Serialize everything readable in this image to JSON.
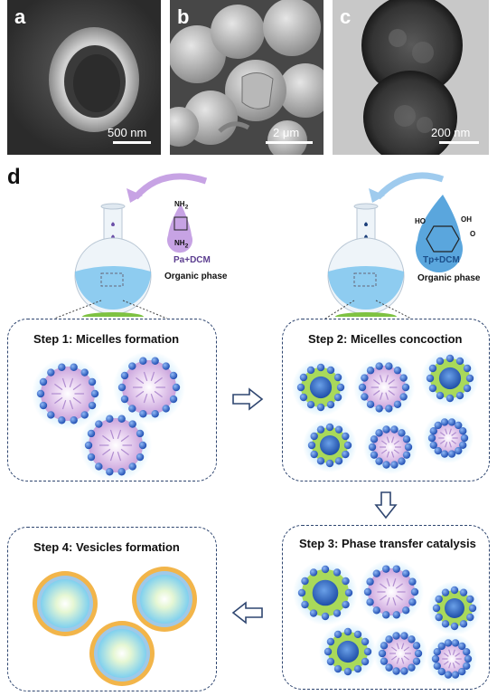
{
  "panels": {
    "a": {
      "letter": "a",
      "scale": "500 nm"
    },
    "b": {
      "letter": "b",
      "scale": "2 μm"
    },
    "c": {
      "letter": "c",
      "scale": "200 nm"
    },
    "d": {
      "letter": "d"
    }
  },
  "molecules": {
    "left": {
      "label": "Pa+DCM",
      "phase": "Organic phase",
      "nh2": "NH",
      "sub2": "2"
    },
    "right": {
      "label": "Tp+DCM",
      "phase": "Organic phase",
      "oh": "HO",
      "oh2": "OH",
      "o": "O"
    }
  },
  "steps": {
    "s1": "Step 1: Micelles formation",
    "s2": "Step 2: Micelles concoction",
    "s3": "Step 3: Phase transfer catalysis",
    "s4": "Step 4: Vesicles formation"
  },
  "colors": {
    "box_border": "#2f4670",
    "purple_drop": "#b88fd6",
    "blue_drop": "#5aa6dd",
    "micelle_blue": "#2f66c8",
    "micelle_green": "#9fd24a",
    "micelle_purple": "#c49ad8",
    "vesicle_orange": "#f2b54a"
  }
}
